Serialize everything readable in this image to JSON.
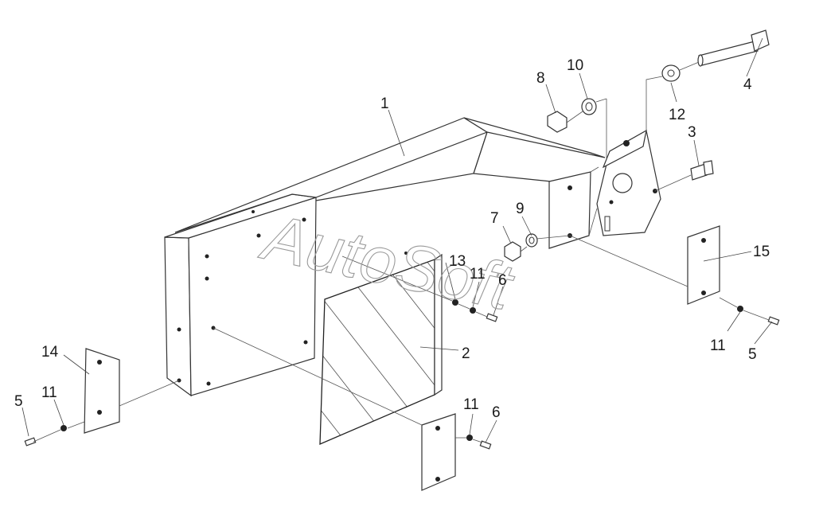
{
  "diagram": {
    "watermark": "AutoSoft",
    "parts": [
      {
        "id": "1",
        "label": "1"
      },
      {
        "id": "2",
        "label": "2"
      },
      {
        "id": "3",
        "label": "3"
      },
      {
        "id": "4",
        "label": "4"
      },
      {
        "id": "5a",
        "label": "5"
      },
      {
        "id": "5b",
        "label": "5"
      },
      {
        "id": "6a",
        "label": "6"
      },
      {
        "id": "6b",
        "label": "6"
      },
      {
        "id": "7",
        "label": "7"
      },
      {
        "id": "8",
        "label": "8"
      },
      {
        "id": "9",
        "label": "9"
      },
      {
        "id": "10",
        "label": "10"
      },
      {
        "id": "11a",
        "label": "11"
      },
      {
        "id": "11b",
        "label": "11"
      },
      {
        "id": "11c",
        "label": "11"
      },
      {
        "id": "11d",
        "label": "11"
      },
      {
        "id": "12",
        "label": "12"
      },
      {
        "id": "13",
        "label": "13"
      },
      {
        "id": "14",
        "label": "14"
      },
      {
        "id": "15",
        "label": "15"
      }
    ]
  }
}
